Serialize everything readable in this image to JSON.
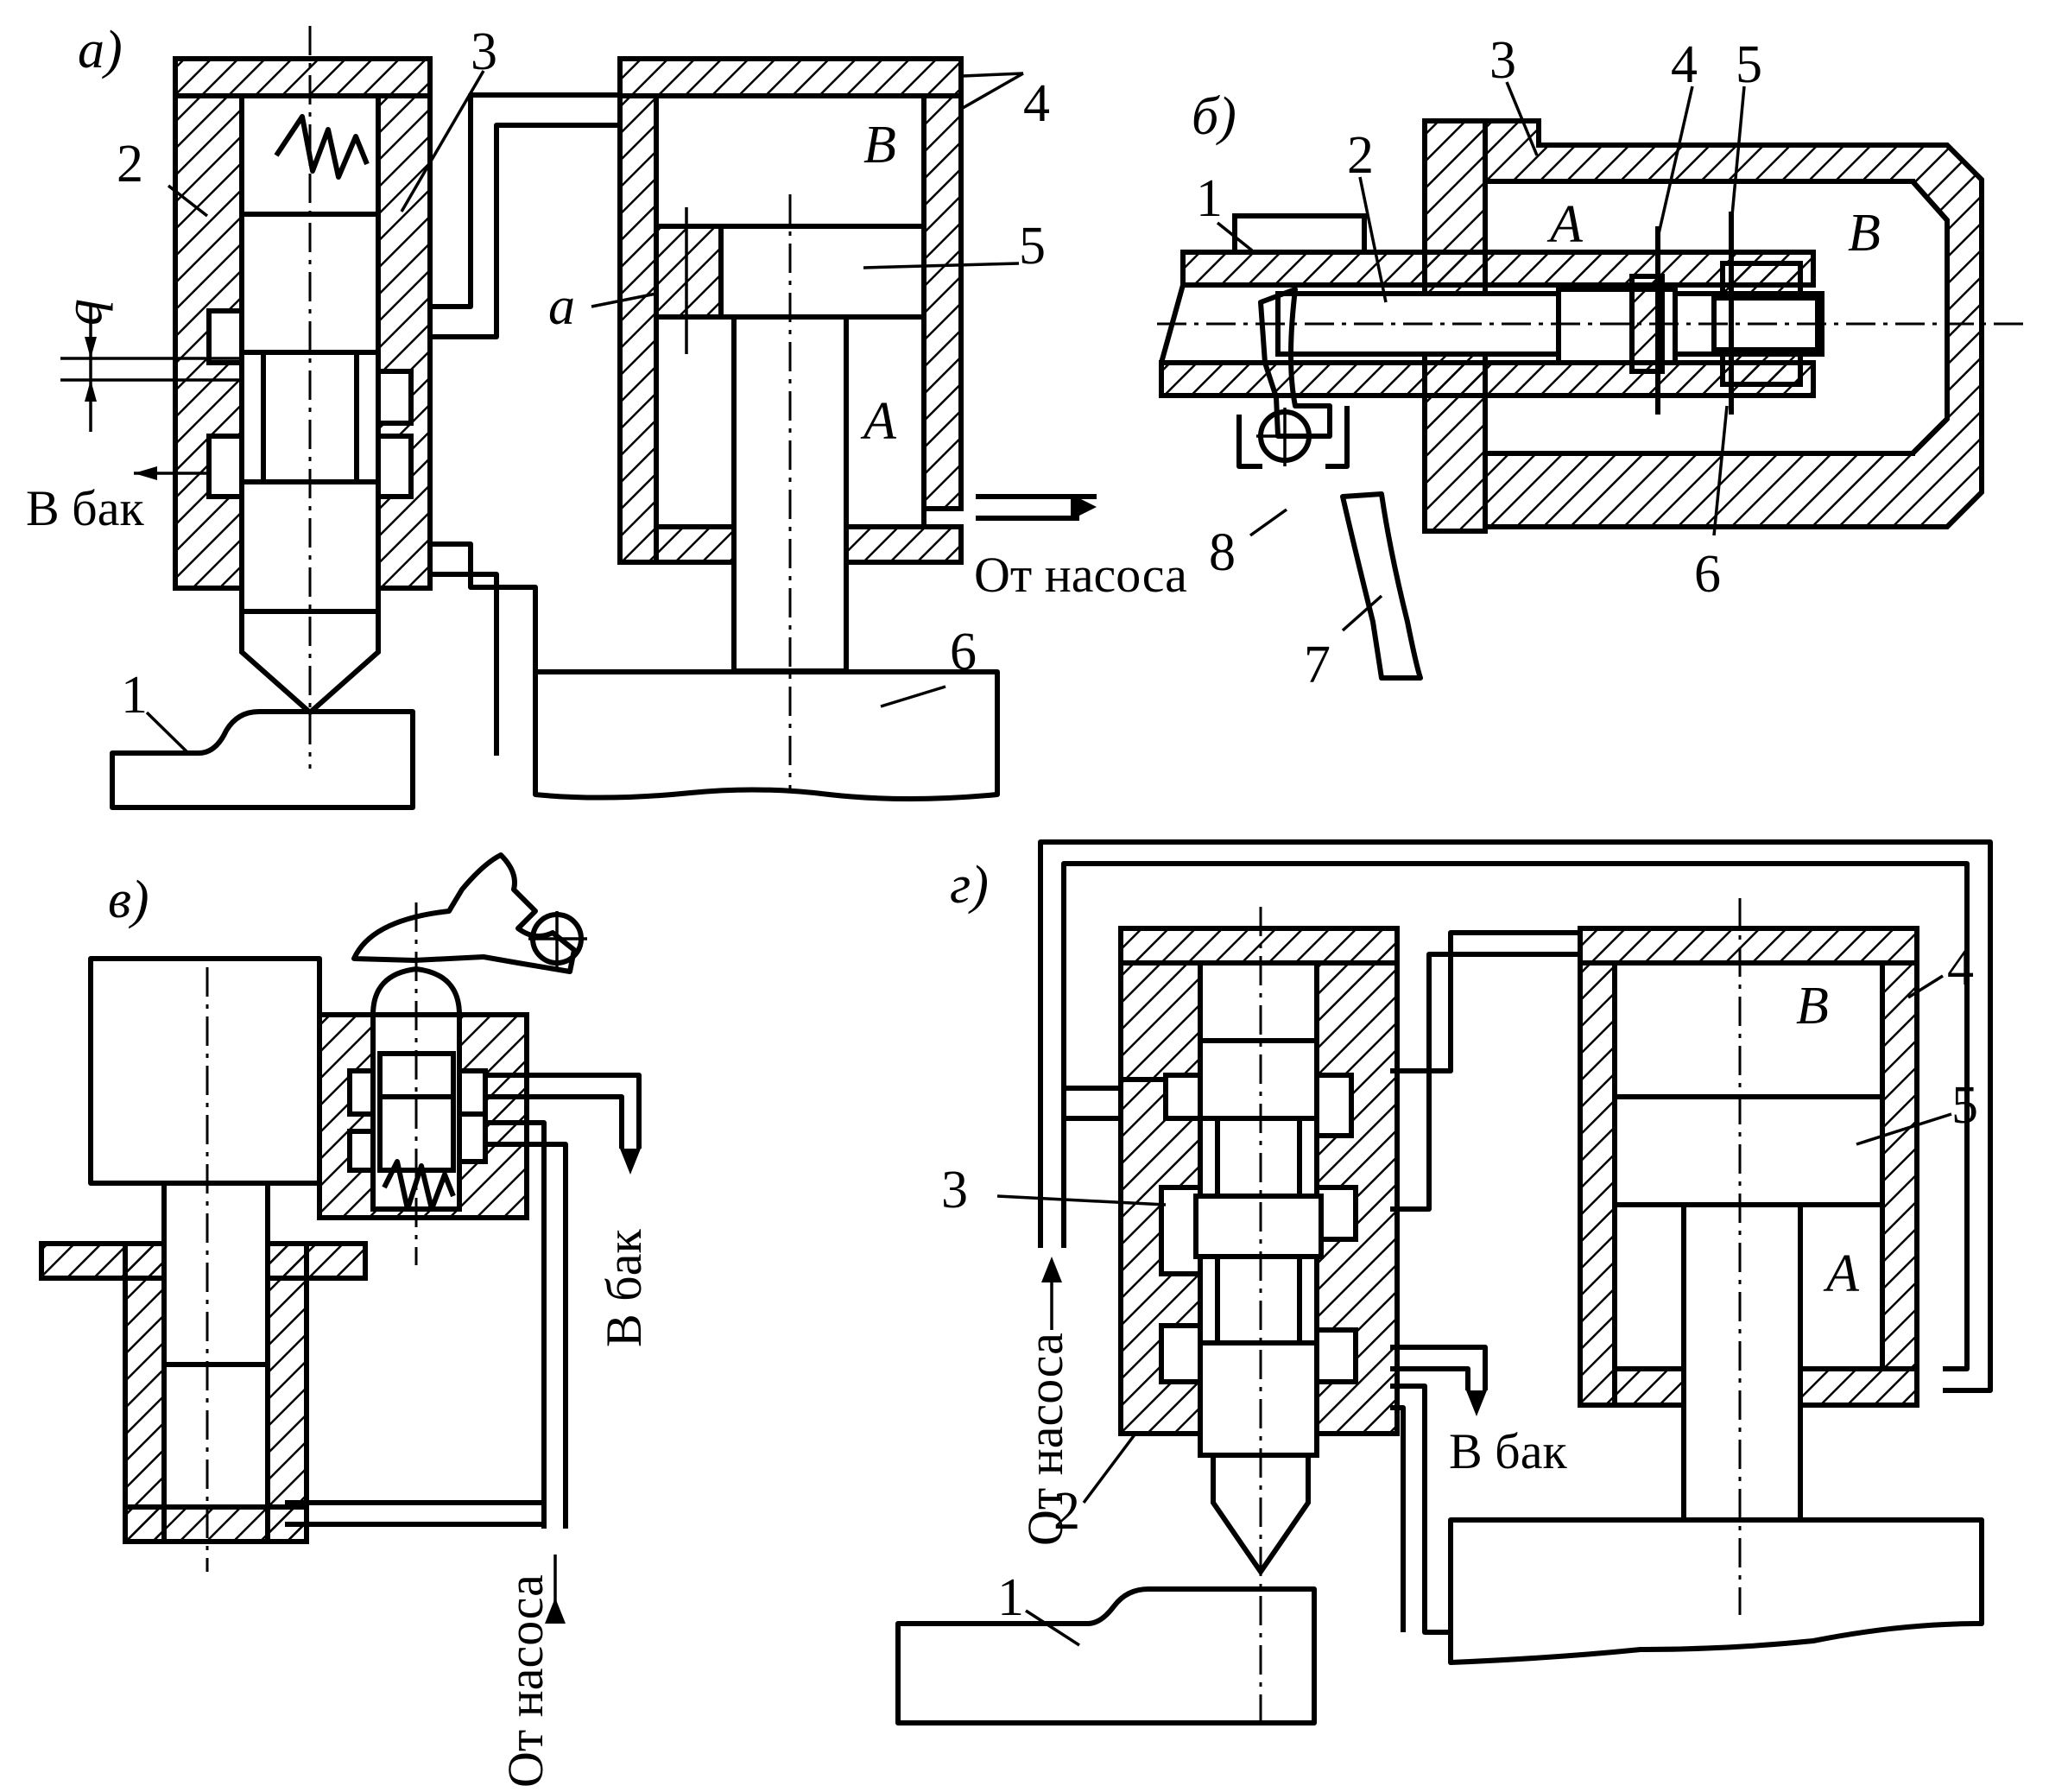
{
  "panels": {
    "a": {
      "letter": "а)",
      "labels": {
        "n1": "1",
        "n2": "2",
        "n3": "3",
        "n4": "4",
        "n5": "5",
        "n6": "6",
        "q": "q",
        "a": "a",
        "A": "A",
        "B": "B"
      },
      "captions": {
        "tank": "В бак",
        "pump": "От насоса"
      }
    },
    "b": {
      "letter": "б)",
      "labels": {
        "n1": "1",
        "n2": "2",
        "n3": "3",
        "n4": "4",
        "n5": "5",
        "n6": "6",
        "n7": "7",
        "n8": "8",
        "A": "A",
        "B": "B"
      }
    },
    "v": {
      "letter": "в)",
      "captions": {
        "tank": "В бак",
        "pump": "От насоса"
      }
    },
    "g": {
      "letter": "г)",
      "labels": {
        "n1": "1",
        "n2": "2",
        "n3": "3",
        "n4": "4",
        "n5": "5",
        "A": "A",
        "B": "B"
      },
      "captions": {
        "tank": "В бак",
        "pump": "От насоса"
      }
    }
  }
}
